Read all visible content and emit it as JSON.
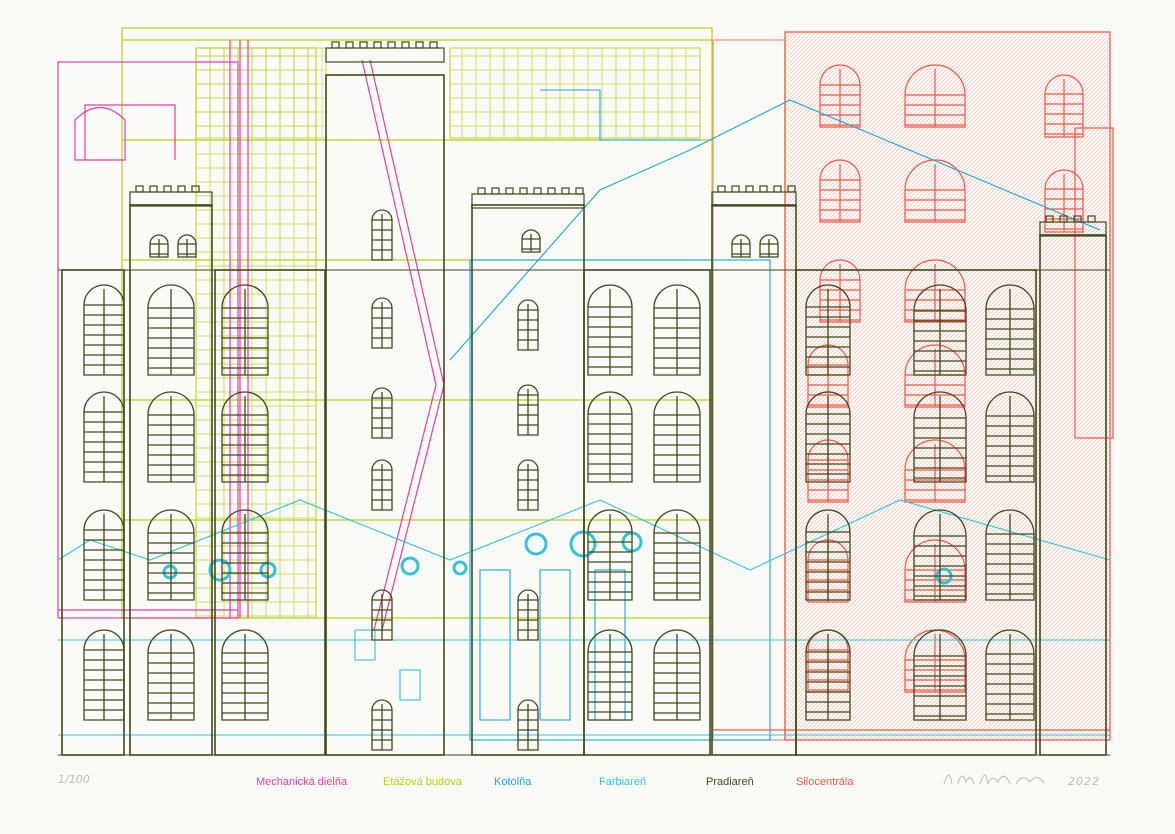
{
  "print": {
    "edition": "1/100",
    "year": "2022",
    "signature_text": "Ivana Mihorová"
  },
  "legend": [
    {
      "label": "Mechanická dielňa",
      "color": "#e83aa8"
    },
    {
      "label": "Etážová budova",
      "color": "#b8cf17"
    },
    {
      "label": "Kotolňa",
      "color": "#1ea6d6"
    },
    {
      "label": "Farbiareň",
      "color": "#34c2d9"
    },
    {
      "label": "Pradiareň",
      "color": "#3e4a1a"
    },
    {
      "label": "Silocentrála",
      "color": "#f0584a"
    }
  ],
  "colors": {
    "paper": "#fafaf7",
    "mechanicka": "#e83aa8",
    "etazova": "#b8cf17",
    "kotolna": "#1ea6d6",
    "farbiaren": "#34c2d9",
    "pradiaren": "#3e4a1a",
    "silocentrala": "#f0584a",
    "pencil": "#b9b9b9"
  }
}
